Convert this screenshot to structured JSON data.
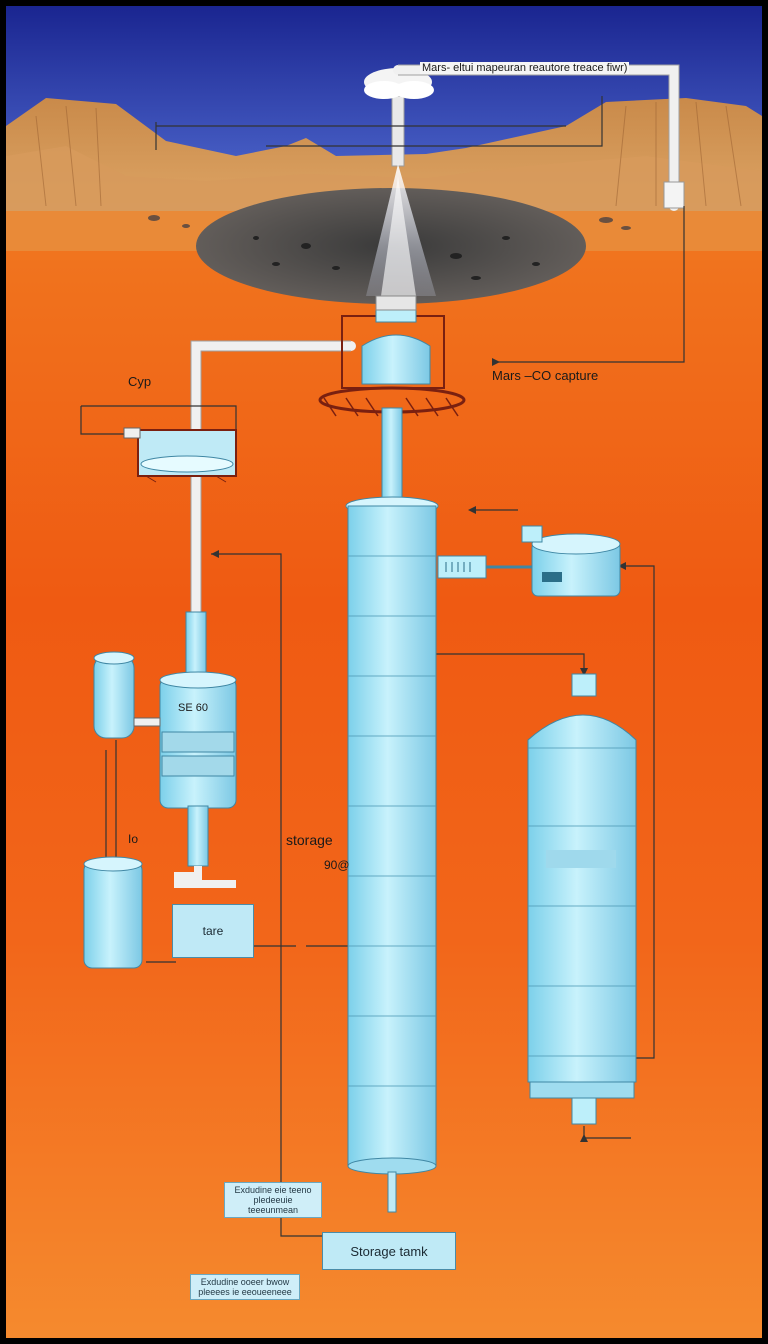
{
  "labels": {
    "top_flow": "Mars- eltui mapeuran reautore treace fiwr)",
    "co2_capture": "Mars –CO capture",
    "cyp": "Cyp",
    "io": "Io",
    "se60": "SE 60",
    "storage": "storage",
    "storage_sub": "90@",
    "tare": "tare",
    "storage_tank": "Storage tamk"
  },
  "notes": {
    "note_upper": [
      "Exdudine eie teeno",
      "pledeeuie teeeunmean"
    ],
    "note_lower": [
      "Exdudine ooeer bwow",
      "pleeees ie eeoueeneee"
    ]
  },
  "colors": {
    "sky": "#1f2fa0",
    "ground": "#f0701c",
    "equipment": "#a8e4f4",
    "pipe": "#ececec"
  }
}
